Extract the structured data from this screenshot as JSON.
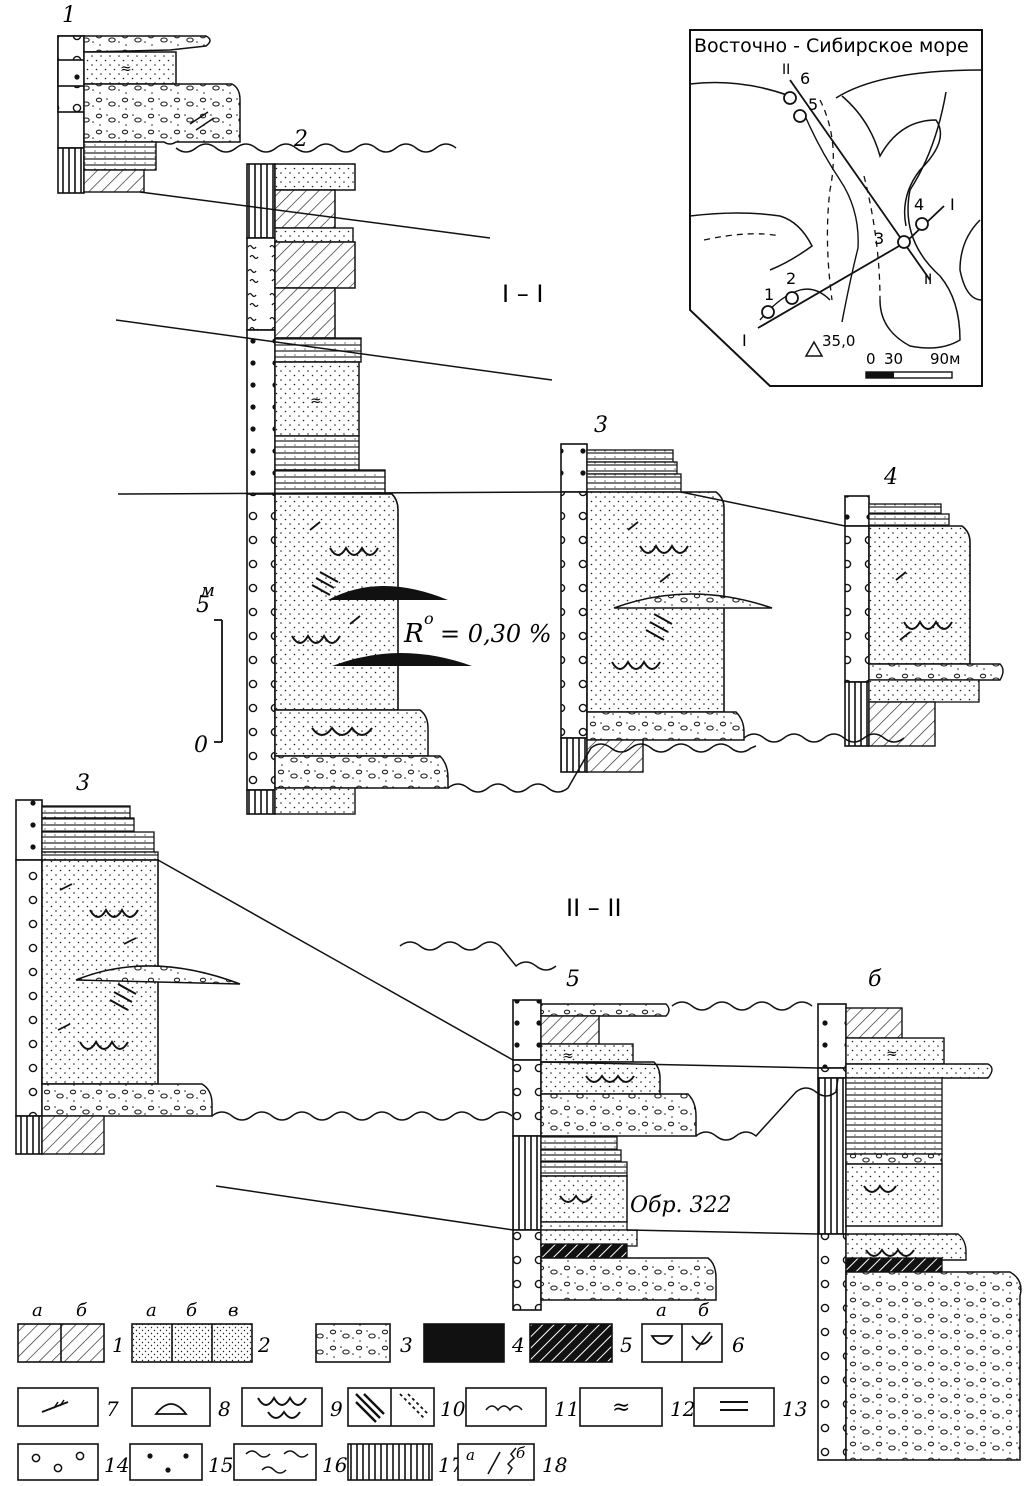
{
  "columns": {
    "c1": "1",
    "c2": "2",
    "c3": "3",
    "c4": "4",
    "c3b": "3",
    "c5": "5",
    "c6": "б"
  },
  "sections": {
    "s1": "I – I",
    "s2": "II – II"
  },
  "annotations": {
    "ro": "R",
    "ro_sup": "o",
    "ro_value": "= 0,30 %",
    "sample": "Обр. 322"
  },
  "scale": {
    "unit": "м",
    "top": "5",
    "bottom": "0"
  },
  "inset_map": {
    "title": "Восточно - Сибирское море",
    "points": [
      "1",
      "2",
      "3",
      "4",
      "5",
      "6"
    ],
    "section_marks": [
      "I",
      "I",
      "II",
      "II"
    ],
    "elevation": "35,0",
    "scale_labels": [
      "0",
      "30",
      "90м"
    ]
  },
  "legend": {
    "row1": [
      {
        "num": "1",
        "sub": [
          "а",
          "б"
        ]
      },
      {
        "num": "2",
        "sub": [
          "а",
          "б",
          "в"
        ]
      },
      {
        "num": "3",
        "sub": []
      },
      {
        "num": "4",
        "sub": []
      },
      {
        "num": "5",
        "sub": []
      },
      {
        "num": "6",
        "sub": [
          "а",
          "б"
        ]
      }
    ],
    "row2": [
      "7",
      "8",
      "9",
      "10",
      "11",
      "12",
      "13"
    ],
    "row3": [
      "14",
      "15",
      "16",
      "17",
      "18"
    ],
    "row3_sub": [
      "а",
      "б"
    ]
  },
  "colors": {
    "ink": "#111111",
    "paper": "#ffffff"
  }
}
